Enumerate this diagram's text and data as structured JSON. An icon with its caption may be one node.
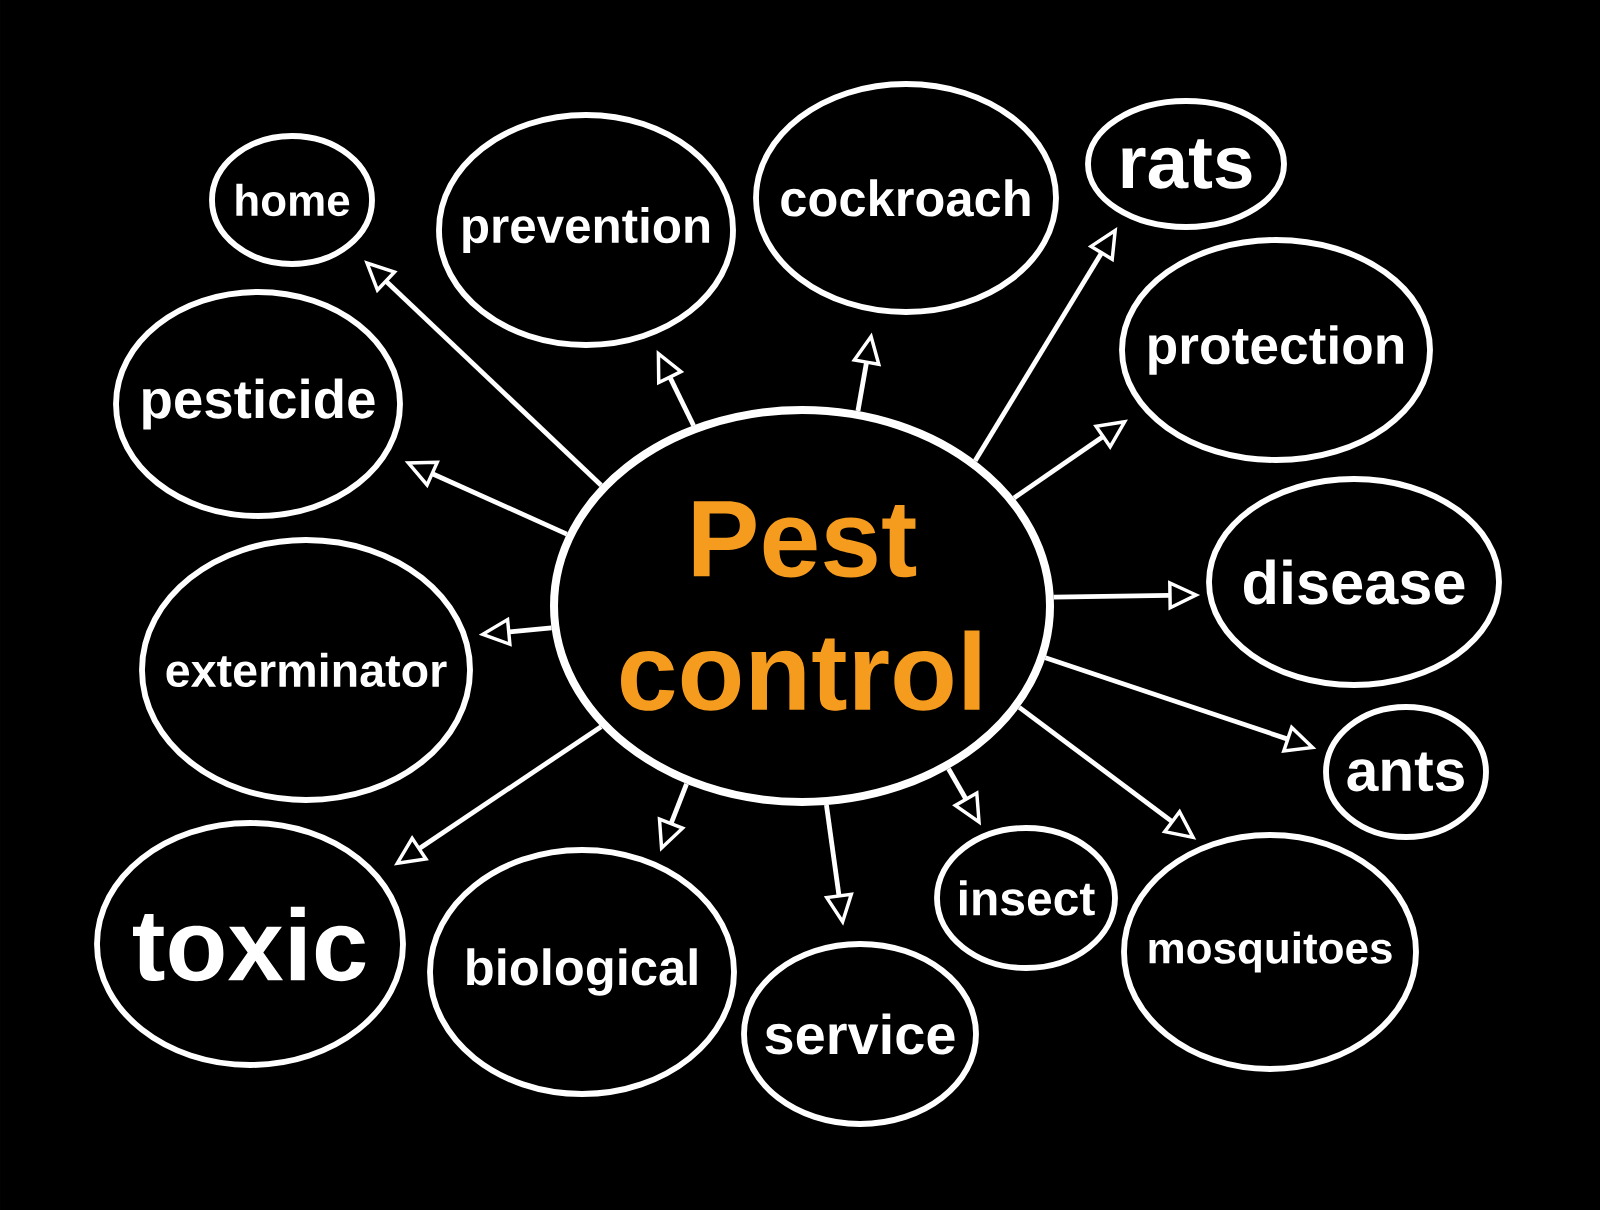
{
  "diagram": {
    "nodes": [
      {
        "text": [
          "Pest control"
        ]
      },
      {
        "text": [
          "home"
        ]
      },
      {
        "text": [
          "prevention"
        ]
      },
      {
        "text": [
          "cockroach"
        ]
      },
      {
        "text": [
          "rats"
        ]
      },
      {
        "text": [
          "pesticide"
        ]
      },
      {
        "text": [
          "protection"
        ]
      },
      {
        "text": [
          "disease"
        ]
      },
      {
        "text": [
          "exterminator"
        ]
      },
      {
        "text": [
          "ants"
        ]
      },
      {
        "text": [
          "toxic"
        ]
      },
      {
        "text": [
          "biological"
        ]
      },
      {
        "text": [
          "insect"
        ]
      },
      {
        "text": [
          "mosquitoes"
        ]
      },
      {
        "text": [
          "service"
        ]
      }
    ],
    "edges": [
      {
        "from": 0,
        "to": 1,
        "arrow": "to"
      },
      {
        "from": 0,
        "to": 2,
        "arrow": "to"
      },
      {
        "from": 0,
        "to": 3,
        "arrow": "to"
      },
      {
        "from": 0,
        "to": 4,
        "arrow": "to"
      },
      {
        "from": 0,
        "to": 5,
        "arrow": "to"
      },
      {
        "from": 0,
        "to": 6,
        "arrow": "to"
      },
      {
        "from": 0,
        "to": 7,
        "arrow": "to"
      },
      {
        "from": 0,
        "to": 8,
        "arrow": "to"
      },
      {
        "from": 0,
        "to": 9,
        "arrow": "to"
      },
      {
        "from": 0,
        "to": 10,
        "arrow": "to"
      },
      {
        "from": 0,
        "to": 11,
        "arrow": "to"
      },
      {
        "from": 0,
        "to": 12,
        "arrow": "to"
      },
      {
        "from": 0,
        "to": 13,
        "arrow": "to"
      },
      {
        "from": 0,
        "to": 14,
        "arrow": "to"
      }
    ]
  }
}
